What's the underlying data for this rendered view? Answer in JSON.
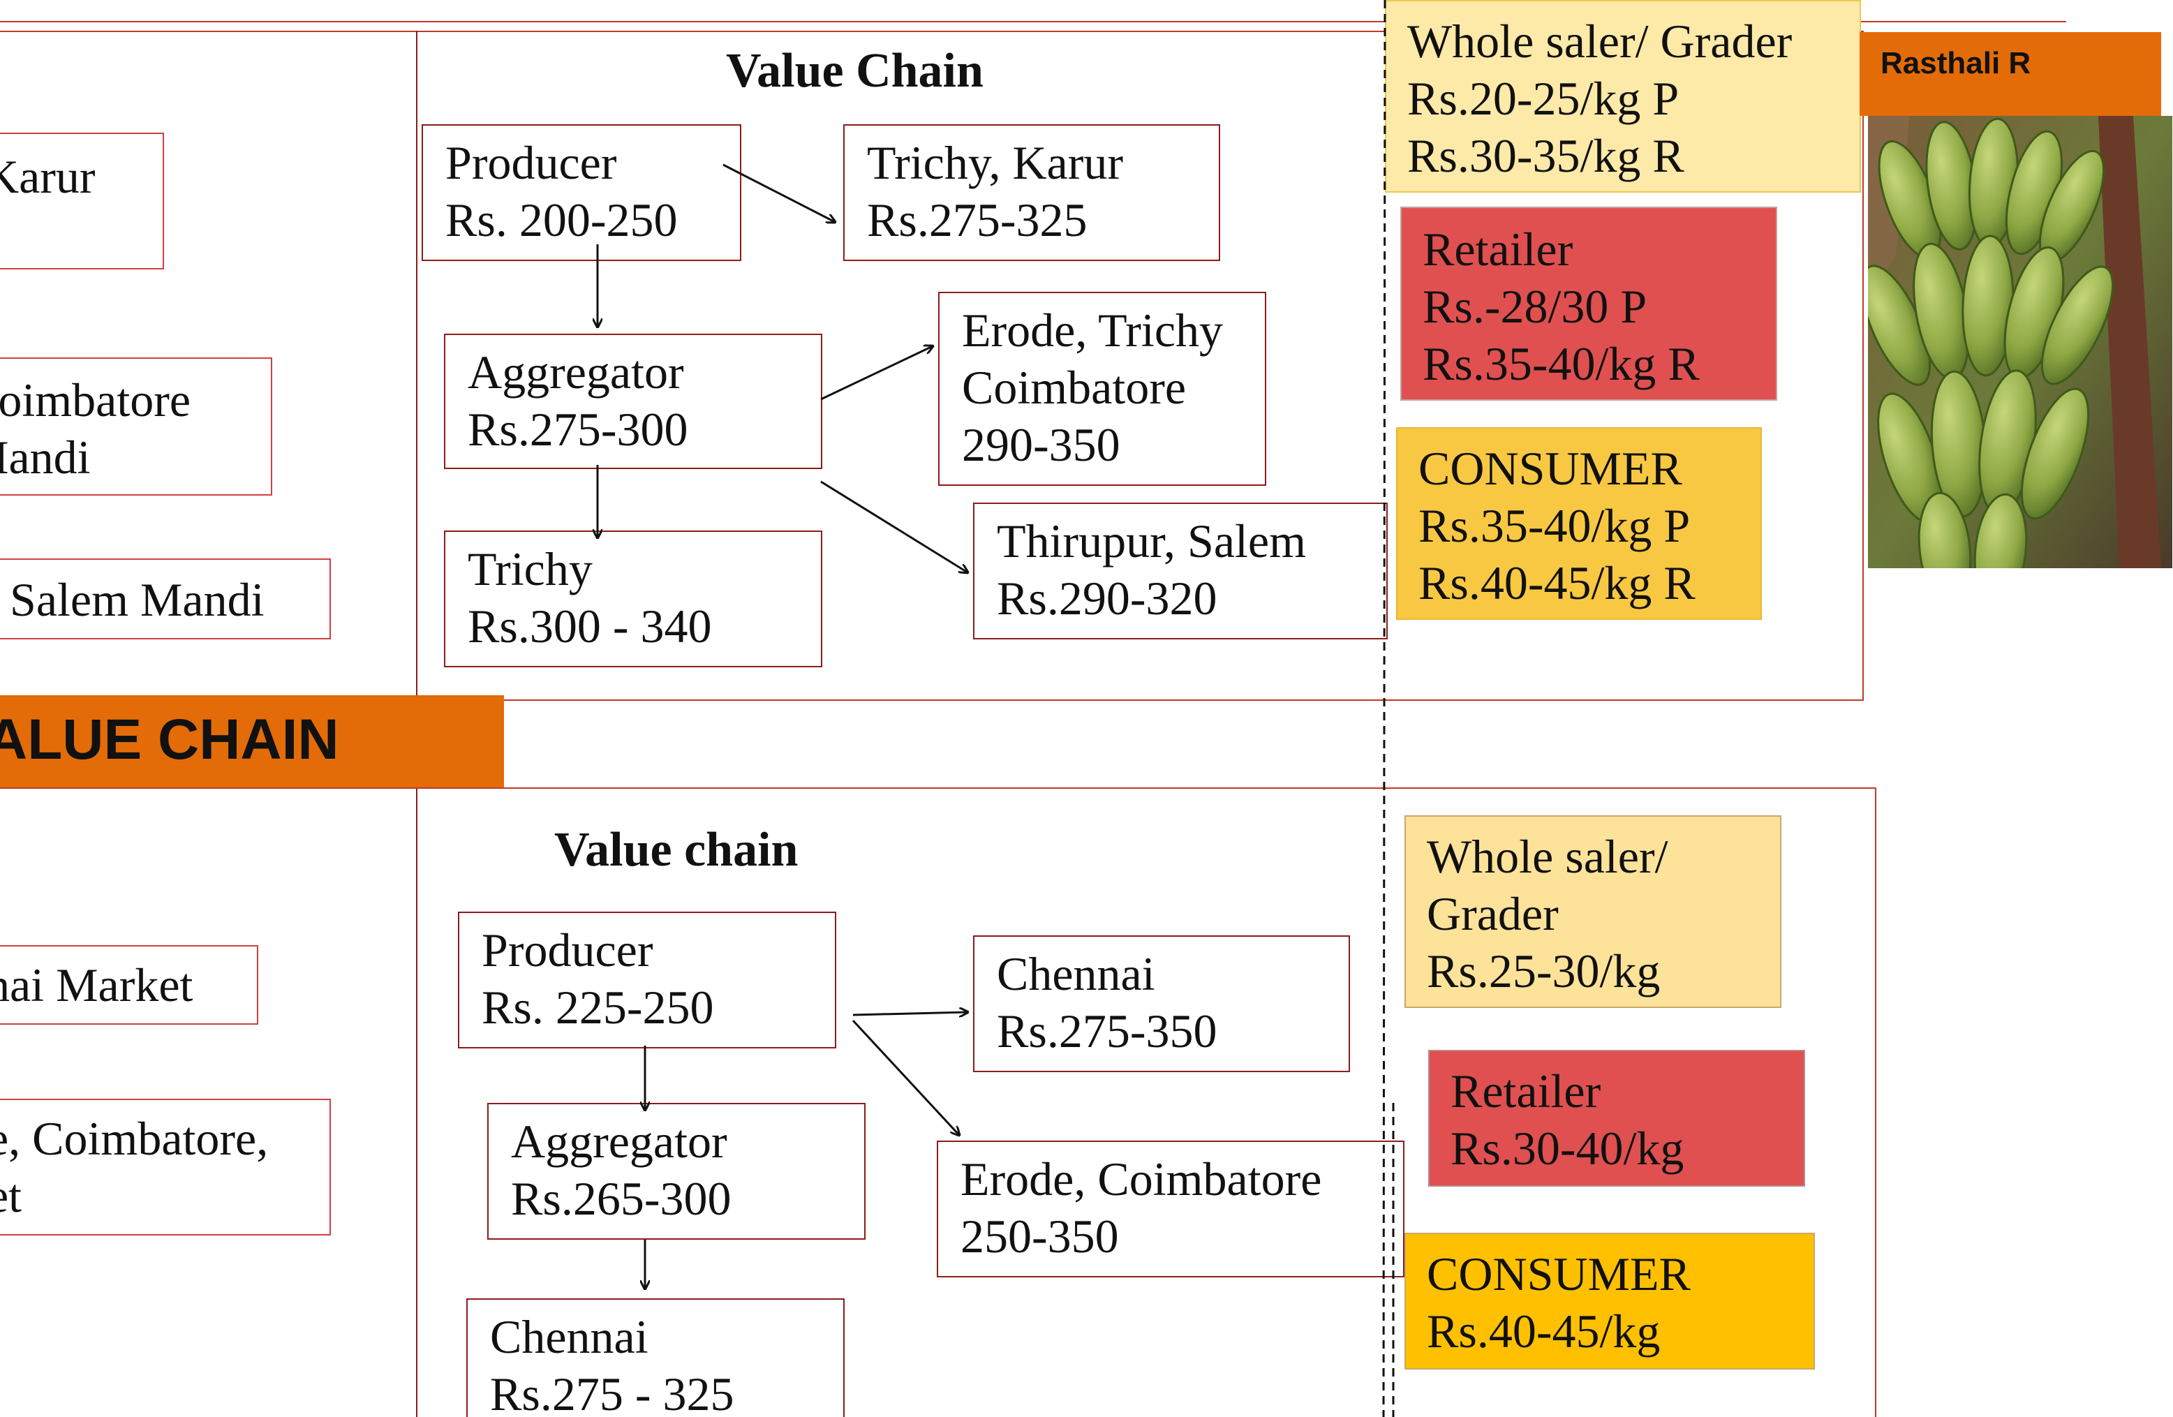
{
  "colors": {
    "frame": "#c0392b",
    "banner": "#e36c09",
    "wholesaler": "#fde59a",
    "retailer": "#e05050",
    "consumer_top": "#f9c842",
    "consumer_bottom": "#ffc000"
  },
  "left_clipped": {
    "items": [
      {
        "line1": "Karur",
        "line2": ""
      },
      {
        "line1": "Coimbatore",
        "line2": "Mandi"
      },
      {
        "line1": ", Salem Mandi",
        "line2": ""
      },
      {
        "line1": "hai Market",
        "line2": ""
      },
      {
        "line1": "e, Coimbatore,",
        "line2": "et"
      }
    ]
  },
  "banner": {
    "text": "ALUE CHAIN"
  },
  "rasthali_label": "Rasthali R",
  "photo_icon": "banana-bunch-photo",
  "top": {
    "title": "Value Chain",
    "producer": {
      "line1": "Producer",
      "line2": "Rs. 200-250"
    },
    "trichy_karur": {
      "line1": "Trichy, Karur",
      "line2": "Rs.275-325"
    },
    "aggregator": {
      "line1": "Aggregator",
      "line2": "Rs.275-300"
    },
    "erode": {
      "line1": "Erode, Trichy",
      "line2": "Coimbatore",
      "line3": "290-350"
    },
    "trichy": {
      "line1": "Trichy",
      "line2": "Rs.300 - 340"
    },
    "thirupur": {
      "line1": "Thirupur, Salem",
      "line2": "Rs.290-320"
    },
    "wholesaler": {
      "line1": "Whole saler/ Grader",
      "line2": "Rs.20-25/kg P",
      "line3": "Rs.30-35/kg R"
    },
    "retailer": {
      "line1": "Retailer",
      "line2": "Rs.-28/30 P",
      "line3": "Rs.35-40/kg R"
    },
    "consumer": {
      "line1": "CONSUMER",
      "line2": "Rs.35-40/kg P",
      "line3": "Rs.40-45/kg R"
    }
  },
  "bottom": {
    "title": "Value chain",
    "producer": {
      "line1": "Producer",
      "line2": "Rs. 225-250"
    },
    "chennai_right": {
      "line1": "Chennai",
      "line2": "Rs.275-350"
    },
    "aggregator": {
      "line1": "Aggregator",
      "line2": "Rs.265-300"
    },
    "erode": {
      "line1": "Erode, Coimbatore",
      "line2": "250-350"
    },
    "chennai": {
      "line1": "Chennai",
      "line2": "Rs.275 - 325"
    },
    "wholesaler": {
      "line1": "Whole saler/",
      "line2": "Grader",
      "line3": "Rs.25-30/kg"
    },
    "retailer": {
      "line1": "Retailer",
      "line2": "Rs.30-40/kg"
    },
    "consumer": {
      "line1": "CONSUMER",
      "line2": "Rs.40-45/kg"
    }
  }
}
